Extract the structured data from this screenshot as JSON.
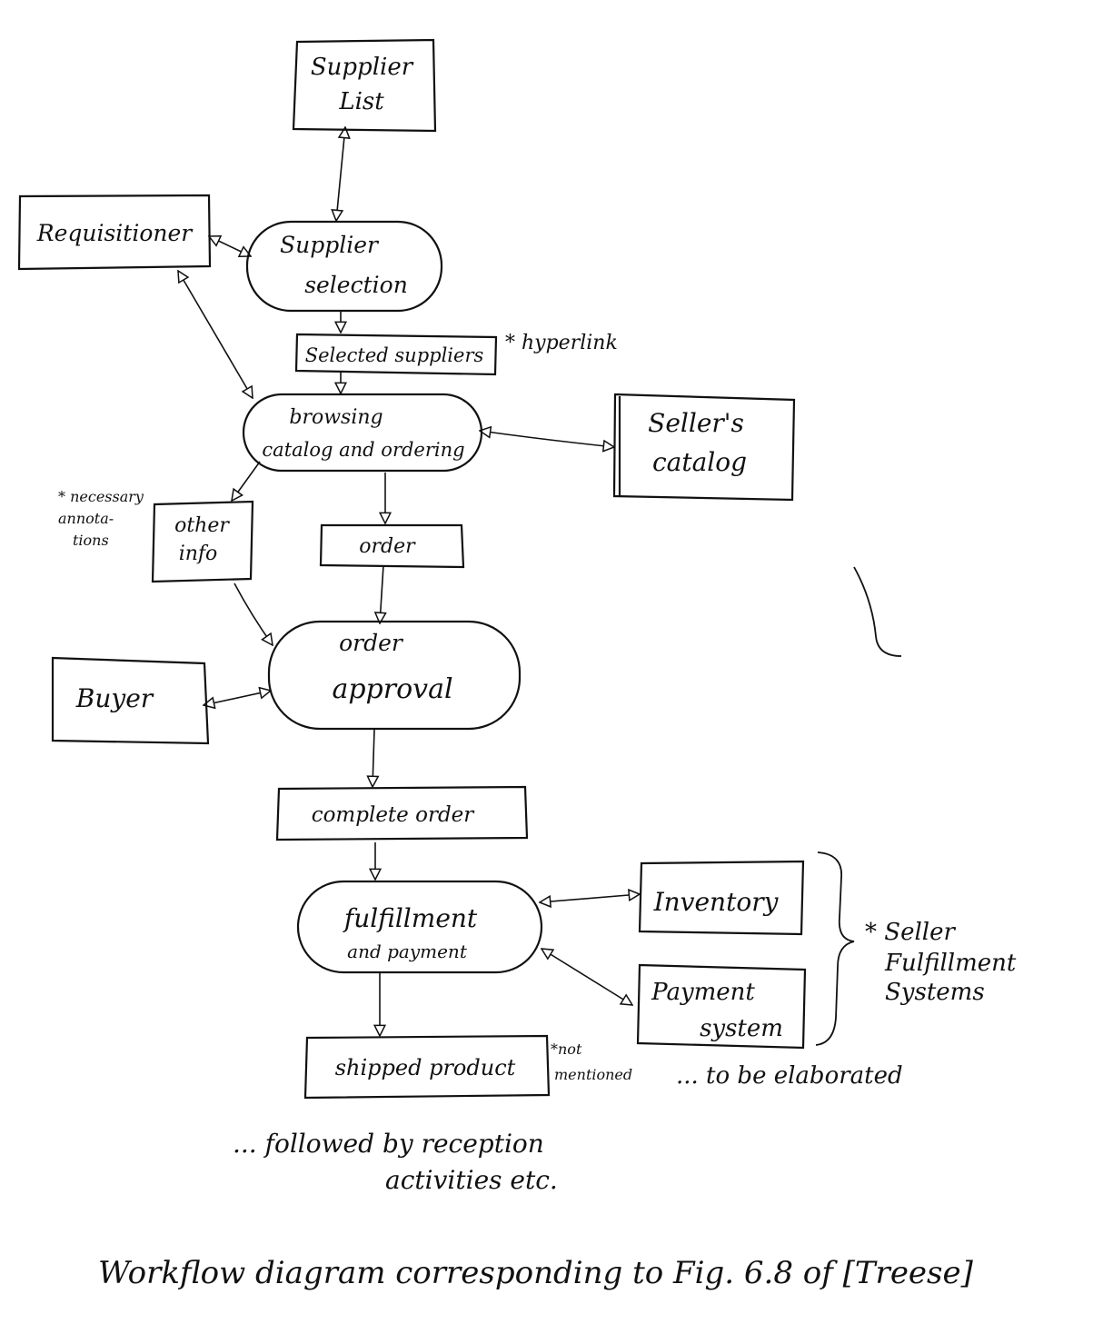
{
  "nodes": {
    "supplier_list": [
      "Supplier",
      "List"
    ],
    "requisitioner": [
      "Requisitioner"
    ],
    "supplier_selection": [
      "Supplier",
      "selection"
    ],
    "selected_suppliers": [
      "Selected suppliers"
    ],
    "browsing": [
      "browsing",
      "catalog and ordering"
    ],
    "sellers_catalog": [
      "Seller's",
      "catalog"
    ],
    "other_info": [
      "other",
      "info"
    ],
    "order": [
      "order"
    ],
    "order_approval": [
      "order",
      "approval"
    ],
    "buyer": [
      "Buyer"
    ],
    "complete_order": [
      "complete order"
    ],
    "fulfillment": [
      "fulfillment",
      "and payment"
    ],
    "inventory": [
      "Inventory"
    ],
    "payment_system": [
      "Payment",
      "system"
    ],
    "shipped_product": [
      "shipped product"
    ]
  },
  "notes": {
    "hyperlink": "* hyperlink",
    "annotations": [
      "* necessary",
      "annota-",
      "tions"
    ],
    "seller_fulfillment": [
      "* Seller",
      "Fulfillment",
      "Systems"
    ],
    "not_mentioned": [
      "*not",
      "mentioned"
    ],
    "to_be_elaborated": "... to be elaborated",
    "followed_by": [
      "... followed by reception",
      "activities etc."
    ]
  },
  "caption": "Workflow diagram corresponding to Fig. 6.8 of [Treese]"
}
